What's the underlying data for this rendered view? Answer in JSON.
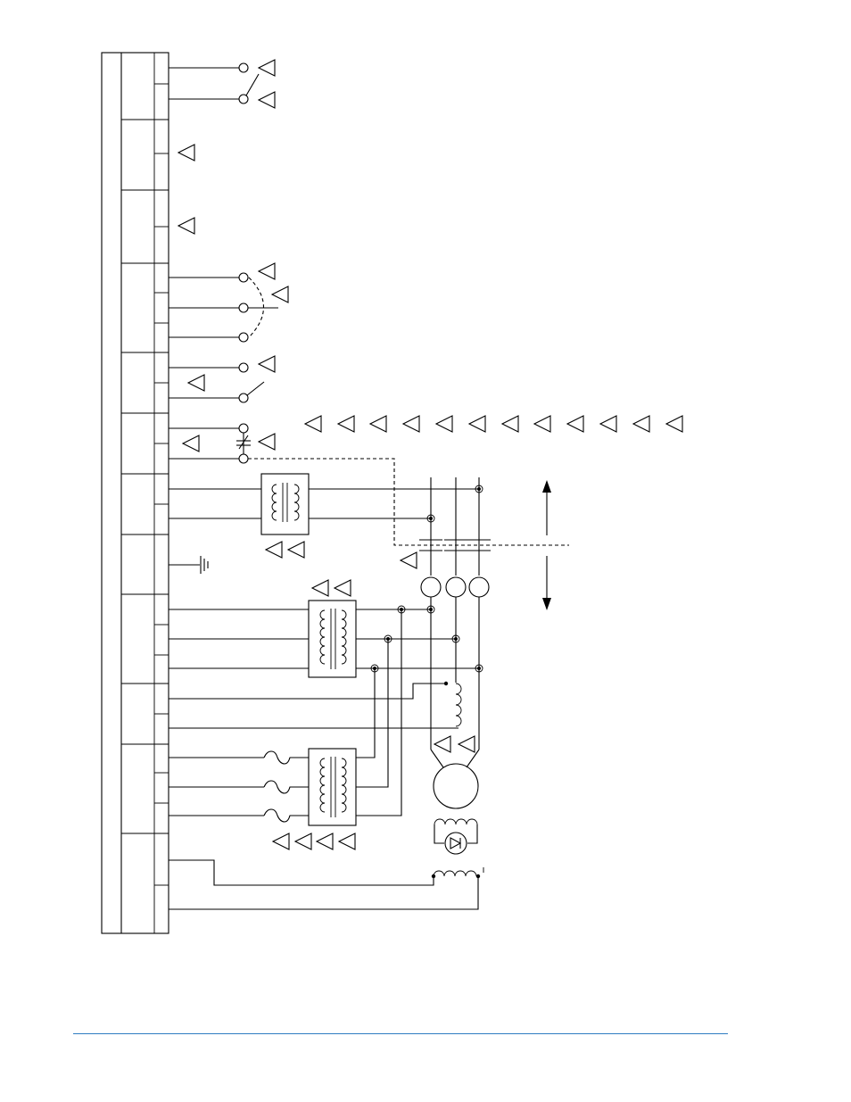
{
  "theme": {
    "line_color": "#000000",
    "background": "#ffffff",
    "footer_rule_color": "#2f7dc2"
  },
  "icons": {
    "warning_marker": "hollow-triangle-marker",
    "terminal": "terminal-circle",
    "transformer": "transformer-coil-symbol",
    "ground": "ground-symbol",
    "current_transformer": "current-transformer-circle",
    "motor": "motor-circle",
    "fuse": "fuse-symbol",
    "diode": "diode-symbol",
    "direction": "double-headed-arrow"
  }
}
